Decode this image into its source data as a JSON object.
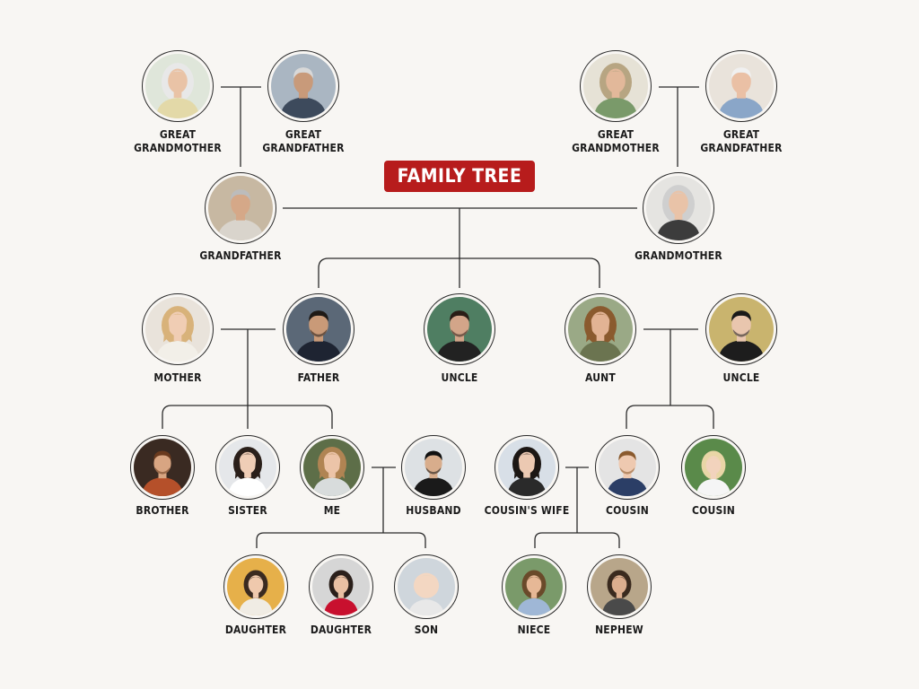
{
  "title": "FAMILY TREE",
  "colors": {
    "accent": "#b71c1c",
    "background": "#f8f6f3",
    "line": "#2a2a2a"
  },
  "members": [
    {
      "id": "ggm-paternal",
      "label": "GREAT\nGRANDMOTHER",
      "icon": "elderly-woman-photo",
      "bg": "#dfe6da",
      "hair": "#e8e8e8",
      "skin": "#e9c3a6",
      "cloth": "#e3d9a8"
    },
    {
      "id": "ggf-paternal",
      "label": "GREAT\nGRANDFATHER",
      "icon": "elderly-man-photo",
      "bg": "#aab6c2",
      "hair": "#d8d8d8",
      "skin": "#c89a7a",
      "cloth": "#3d4a5c"
    },
    {
      "id": "ggm-maternal",
      "label": "GREAT\nGRANDMOTHER",
      "icon": "elderly-woman-photo",
      "bg": "#e6e2d6",
      "hair": "#b7a582",
      "skin": "#e2b89a",
      "cloth": "#7a9a6a"
    },
    {
      "id": "ggf-maternal",
      "label": "GREAT\nGRANDFATHER",
      "icon": "elderly-man-photo",
      "bg": "#e9e3db",
      "hair": "#f0f0f0",
      "skin": "#eac0a5",
      "cloth": "#8aa6c8"
    },
    {
      "id": "grandfather",
      "label": "GRANDFATHER",
      "icon": "elderly-man-photo",
      "bg": "#c7b8a2",
      "hair": "#bcbcbc",
      "skin": "#d5a888",
      "cloth": "#d9d4cc"
    },
    {
      "id": "grandmother",
      "label": "GRANDMOTHER",
      "icon": "elderly-woman-photo",
      "bg": "#e5e4e1",
      "hair": "#cfcfcf",
      "skin": "#e9c3a8",
      "cloth": "#3c3c3c"
    },
    {
      "id": "mother",
      "label": "MOTHER",
      "icon": "woman-photo",
      "bg": "#e9e3db",
      "hair": "#d8b27a",
      "skin": "#f0cdb4",
      "cloth": "#f2efe8"
    },
    {
      "id": "father",
      "label": "FATHER",
      "icon": "man-photo",
      "bg": "#5b6877",
      "hair": "#1f1a16",
      "skin": "#c99a78",
      "cloth": "#1e2432"
    },
    {
      "id": "uncle-1",
      "label": "UNCLE",
      "icon": "man-photo",
      "bg": "#4f7e62",
      "hair": "#2a1e16",
      "skin": "#d3a589",
      "cloth": "#222222"
    },
    {
      "id": "aunt",
      "label": "AUNT",
      "icon": "woman-photo",
      "bg": "#9aa986",
      "hair": "#8a5a2e",
      "skin": "#e2b394",
      "cloth": "#6b7450"
    },
    {
      "id": "uncle-2",
      "label": "UNCLE",
      "icon": "man-photo",
      "bg": "#c9b46e",
      "hair": "#1a1a1a",
      "skin": "#e9c6ae",
      "cloth": "#1d1d1d"
    },
    {
      "id": "brother",
      "label": "BROTHER",
      "icon": "man-photo",
      "bg": "#3a2a22",
      "hair": "#6a3a1e",
      "skin": "#d8a582",
      "cloth": "#b5502a"
    },
    {
      "id": "sister",
      "label": "SISTER",
      "icon": "woman-photo",
      "bg": "#e5e7ea",
      "hair": "#2a1f1a",
      "skin": "#efcdb6",
      "cloth": "#ffffff"
    },
    {
      "id": "me",
      "label": "ME",
      "icon": "woman-photo",
      "bg": "#5d6e48",
      "hair": "#b08453",
      "skin": "#ecc4a8",
      "cloth": "#d8dcdc"
    },
    {
      "id": "husband",
      "label": "HUSBAND",
      "icon": "man-photo",
      "bg": "#dde1e4",
      "hair": "#111111",
      "skin": "#d8ad8c",
      "cloth": "#1a1a1a"
    },
    {
      "id": "cousins-wife",
      "label": "COUSIN'S WIFE",
      "icon": "woman-photo",
      "bg": "#d8dfe7",
      "hair": "#1c1714",
      "skin": "#ecc9b2",
      "cloth": "#2a2a2a"
    },
    {
      "id": "cousin-1",
      "label": "COUSIN",
      "icon": "man-photo",
      "bg": "#e4e4e4",
      "hair": "#8a5a2e",
      "skin": "#eec9b0",
      "cloth": "#2b3e66"
    },
    {
      "id": "cousin-2",
      "label": "COUSIN",
      "icon": "child-photo",
      "bg": "#5a8a4a",
      "hair": "#e9d6a6",
      "skin": "#f2d3bd",
      "cloth": "#f5f5f5"
    },
    {
      "id": "daughter-1",
      "label": "DAUGHTER",
      "icon": "child-photo",
      "bg": "#e6b04a",
      "hair": "#3a2a20",
      "skin": "#efc9ad",
      "cloth": "#f0ece4"
    },
    {
      "id": "daughter-2",
      "label": "DAUGHTER",
      "icon": "child-photo",
      "bg": "#d6d6d6",
      "hair": "#2a1f1a",
      "skin": "#e9c0a3",
      "cloth": "#c8102e"
    },
    {
      "id": "son",
      "label": "SON",
      "icon": "baby-photo",
      "bg": "#cfd6dc",
      "hair": "#e6d6c0",
      "skin": "#f3d7c2",
      "cloth": "#e8e8e8"
    },
    {
      "id": "niece",
      "label": "NIECE",
      "icon": "child-photo",
      "bg": "#7a9a6a",
      "hair": "#6a4a2a",
      "skin": "#e6b896",
      "cloth": "#9fb7d6"
    },
    {
      "id": "nephew",
      "label": "NEPHEW",
      "icon": "child-photo",
      "bg": "#b8a68a",
      "hair": "#3a2a1e",
      "skin": "#dcae8e",
      "cloth": "#4a4a4a"
    }
  ]
}
